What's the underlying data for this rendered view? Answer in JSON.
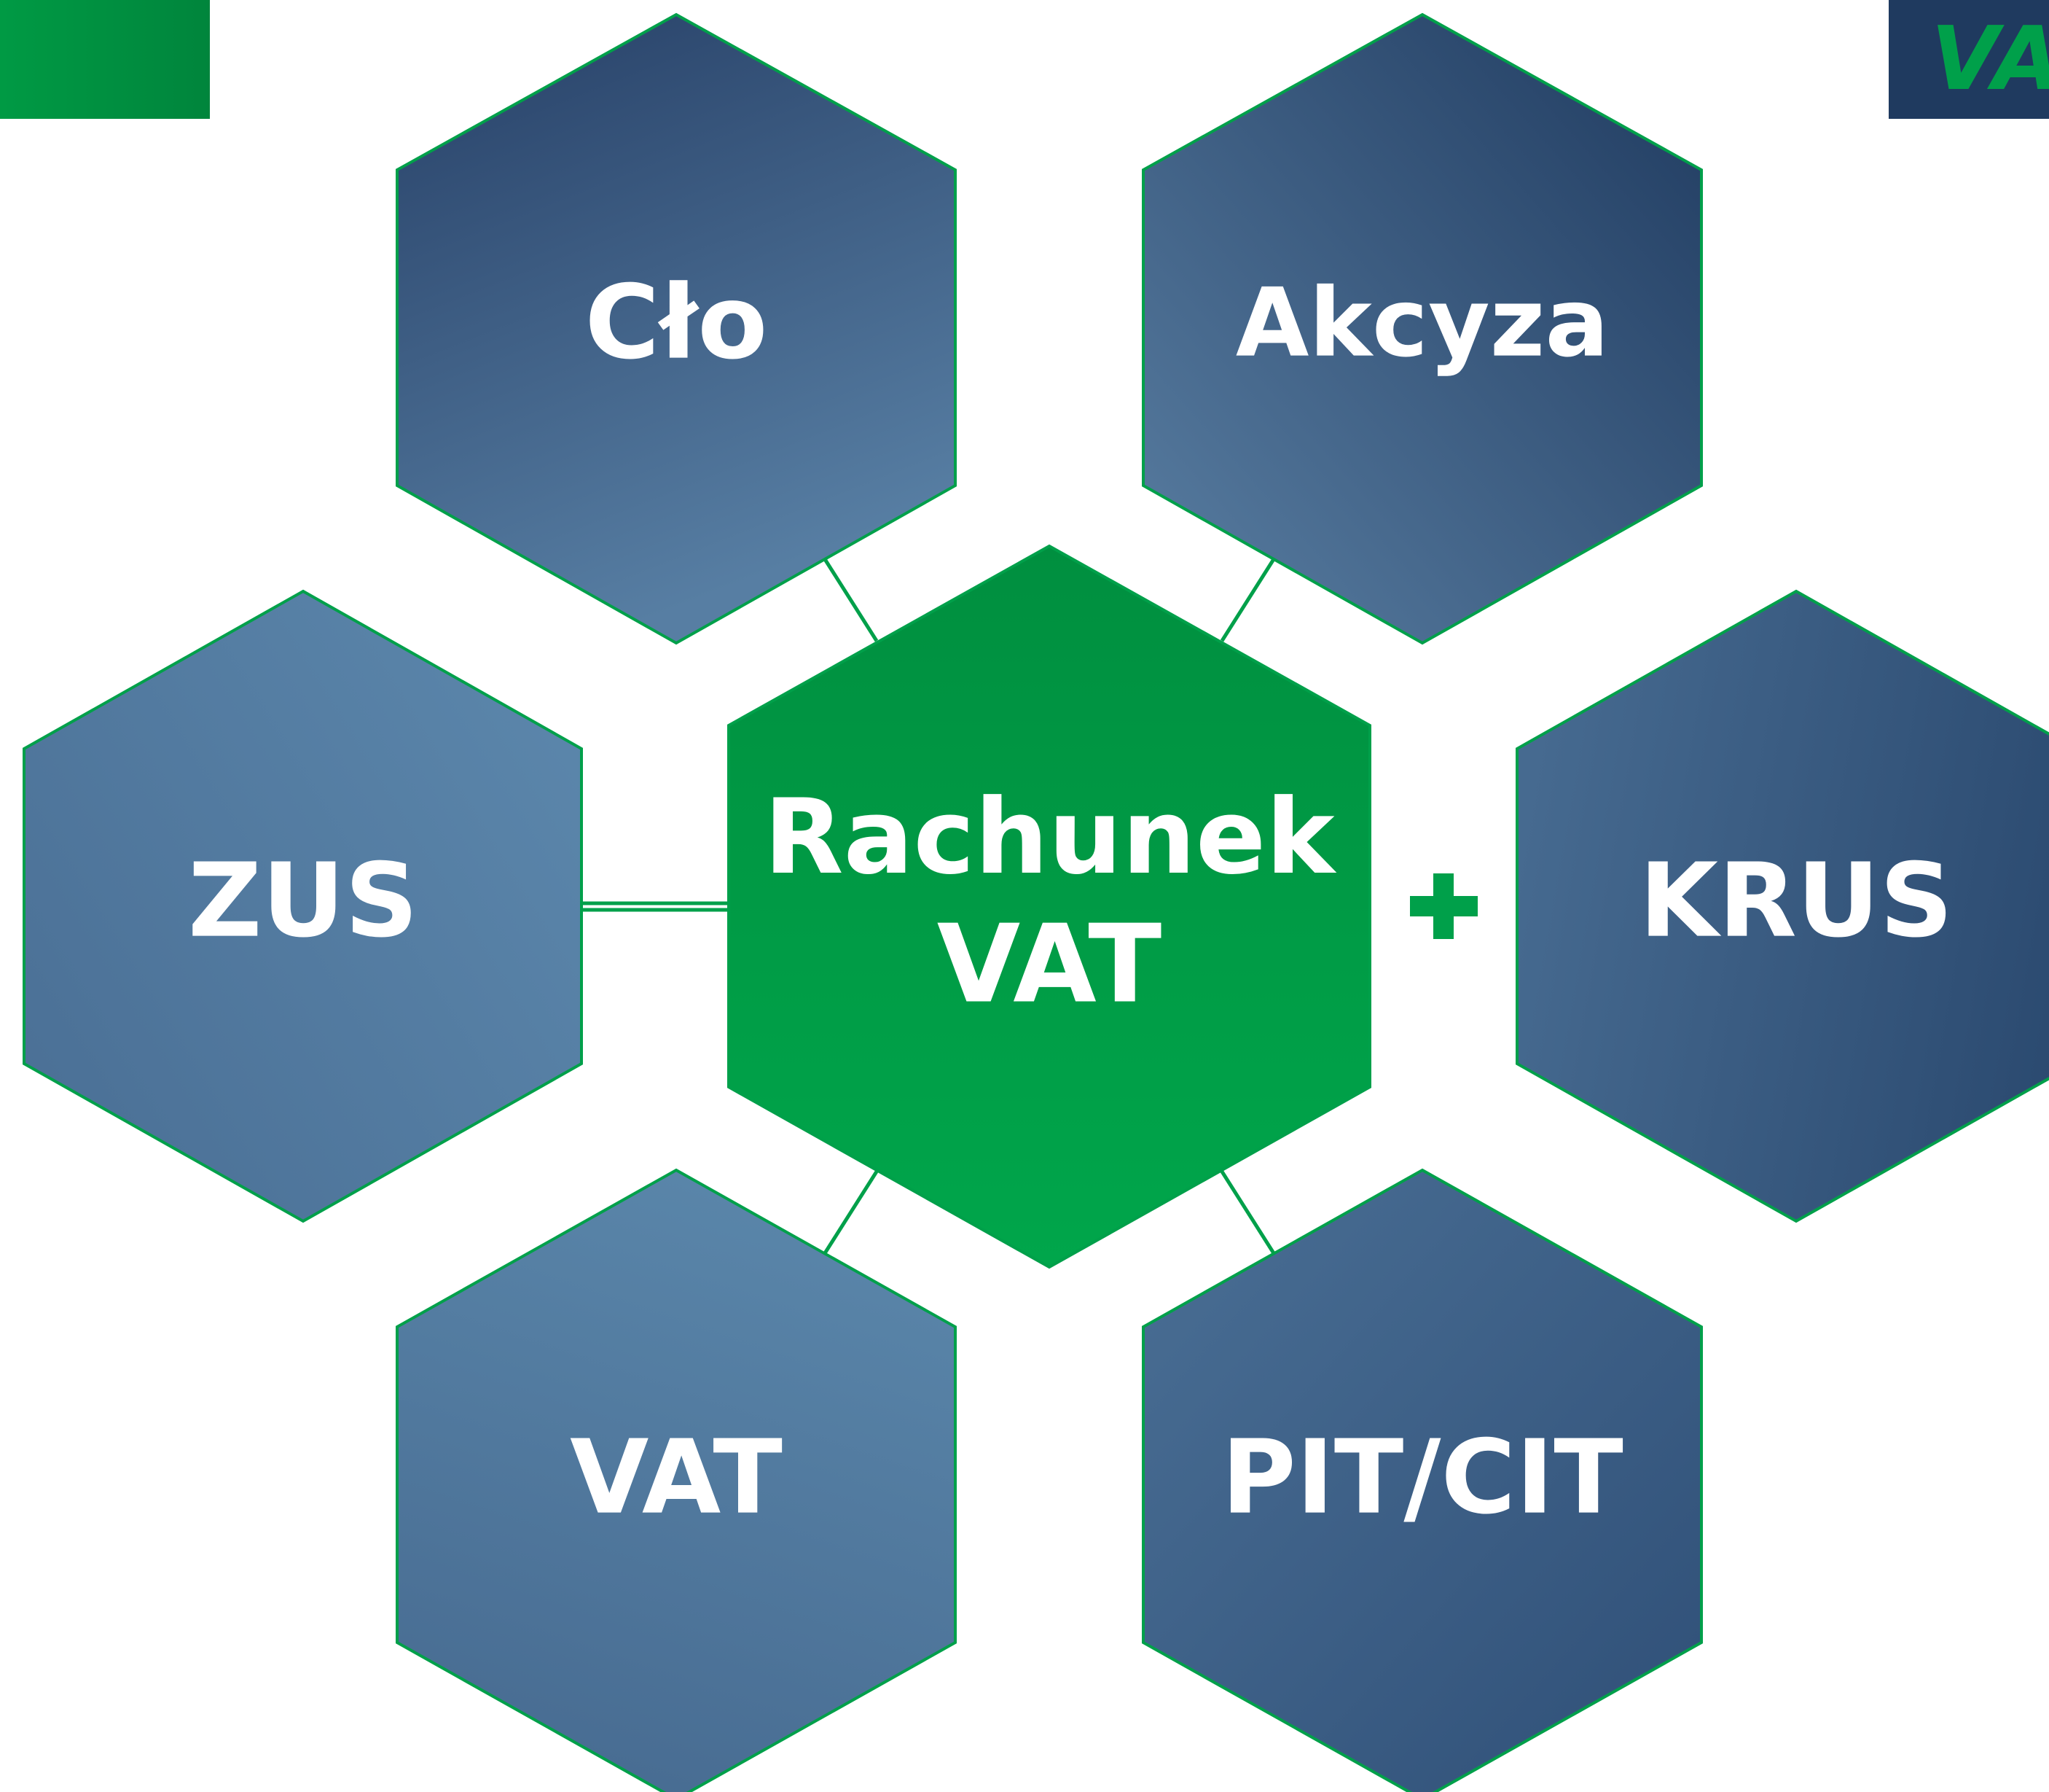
{
  "diagram": {
    "center": {
      "line1": "Rachunek",
      "line2": "VAT"
    },
    "nodes": [
      {
        "id": "clo",
        "label": "Cło"
      },
      {
        "id": "akcyza",
        "label": "Akcyza"
      },
      {
        "id": "zus",
        "label": "ZUS"
      },
      {
        "id": "krus",
        "label": "KRUS"
      },
      {
        "id": "vat",
        "label": "VAT"
      },
      {
        "id": "pit-cit",
        "label": "PIT/CIT"
      }
    ],
    "connector_symbol": "+"
  },
  "corner_badge": {
    "text": "VA"
  },
  "colors": {
    "green": "#00a04a",
    "green_dark": "#008a3e",
    "navy": "#1f3a5f",
    "steel_light": "#5a86ab",
    "outline": "#00a04a"
  }
}
